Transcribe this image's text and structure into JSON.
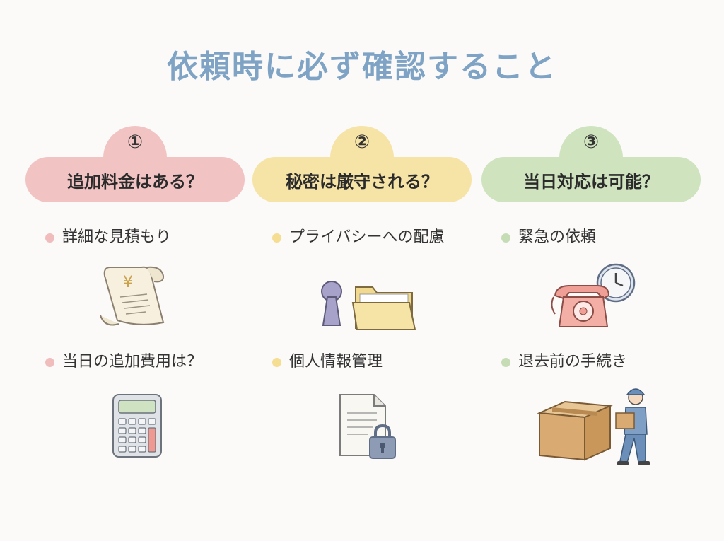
{
  "title": "依頼時に必ず確認すること",
  "columns": [
    {
      "number": "①",
      "heading": "追加料金はある？",
      "items": [
        "詳細な見積もり",
        "当日の追加費用は？"
      ],
      "icons": [
        "receipt-icon",
        "calculator-icon"
      ]
    },
    {
      "number": "②",
      "heading": "秘密は厳守される？",
      "items": [
        "プライバシーへの配慮",
        "個人情報管理"
      ],
      "icons": [
        "keyhole-folder-icon",
        "locked-document-icon"
      ]
    },
    {
      "number": "③",
      "heading": "当日対応は可能？",
      "items": [
        "緊急の依頼",
        "退去前の手続き"
      ],
      "icons": [
        "telephone-clock-icon",
        "mover-box-icon"
      ]
    }
  ],
  "colors": {
    "title": "#7ea3c4",
    "col1": "#f1c4c3",
    "col2": "#f6e3a6",
    "col3": "#cfe3bf"
  }
}
